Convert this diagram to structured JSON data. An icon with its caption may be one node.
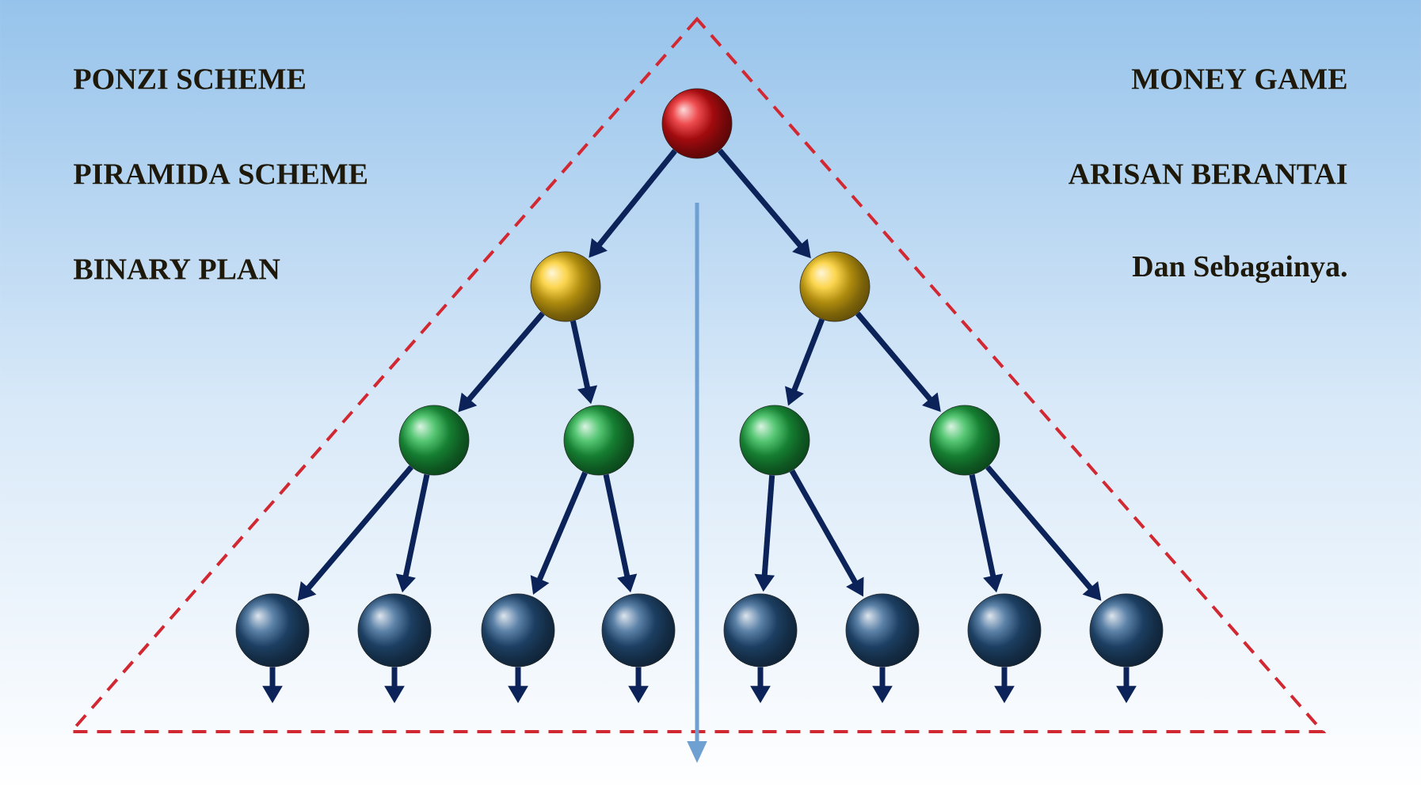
{
  "diagram": {
    "nodes": [
      {
        "text": [],
        "shape": "circle"
      },
      {
        "text": [],
        "shape": "circle"
      },
      {
        "text": [],
        "shape": "circle"
      },
      {
        "text": [],
        "shape": "circle"
      },
      {
        "text": [],
        "shape": "circle"
      },
      {
        "text": [],
        "shape": "circle"
      },
      {
        "text": [],
        "shape": "circle"
      },
      {
        "text": [],
        "shape": "circle"
      },
      {
        "text": [],
        "shape": "circle"
      },
      {
        "text": [],
        "shape": "circle"
      },
      {
        "text": [],
        "shape": "circle"
      },
      {
        "text": [],
        "shape": "circle"
      },
      {
        "text": [],
        "shape": "circle"
      },
      {
        "text": [],
        "shape": "circle"
      },
      {
        "text": [],
        "shape": "circle"
      }
    ],
    "edges": [
      {
        "from": 0,
        "to": 1,
        "arrow": "to"
      },
      {
        "from": 0,
        "to": 2,
        "arrow": "to"
      },
      {
        "from": 1,
        "to": 3,
        "arrow": "to"
      },
      {
        "from": 1,
        "to": 4,
        "arrow": "to"
      },
      {
        "from": 2,
        "to": 5,
        "arrow": "to"
      },
      {
        "from": 2,
        "to": 6,
        "arrow": "to"
      },
      {
        "from": 3,
        "to": 7,
        "arrow": "to"
      },
      {
        "from": 3,
        "to": 8,
        "arrow": "to"
      },
      {
        "from": 4,
        "to": 9,
        "arrow": "to"
      },
      {
        "from": 4,
        "to": 10,
        "arrow": "to"
      },
      {
        "from": 5,
        "to": 11,
        "arrow": "to"
      },
      {
        "from": 5,
        "to": 12,
        "arrow": "to"
      },
      {
        "from": 6,
        "to": 13,
        "arrow": "to"
      },
      {
        "from": 6,
        "to": 14,
        "arrow": "to"
      },
      {
        "from": 7,
        "to": null,
        "arrow": "to"
      },
      {
        "from": 8,
        "to": null,
        "arrow": "to"
      },
      {
        "from": 9,
        "to": null,
        "arrow": "to"
      },
      {
        "from": 10,
        "to": null,
        "arrow": "to"
      },
      {
        "from": 11,
        "to": null,
        "arrow": "to"
      },
      {
        "from": 12,
        "to": null,
        "arrow": "to"
      },
      {
        "from": 13,
        "to": null,
        "arrow": "to"
      },
      {
        "from": 14,
        "to": null,
        "arrow": "to"
      }
    ],
    "labels": [
      "PONZI SCHEME",
      "MONEY GAME",
      "PIRAMIDA SCHEME",
      "ARISAN BERANTAI",
      "BINARY PLAN",
      "Dan Sebagainya."
    ]
  }
}
